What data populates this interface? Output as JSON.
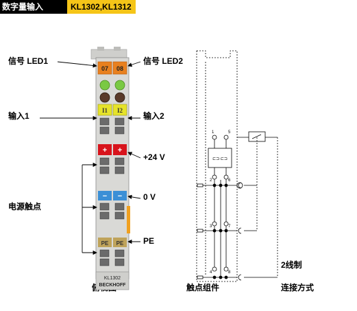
{
  "header": {
    "category": "数字量输入",
    "model": "KL1302,KL1312"
  },
  "labels": {
    "led1": "信号 LED1",
    "led2": "信号 LED2",
    "input1": "输入1",
    "input2": "输入2",
    "plus24": "+24 V",
    "zero_v": "0 V",
    "pe": "PE",
    "power_contacts": "电源触点",
    "wiring": "2线制",
    "front_view": "俯视图",
    "contact_assembly": "触点组件",
    "connection_type": "连接方式"
  },
  "terminal": {
    "led_top_1": "07",
    "led_top_2": "08",
    "input_tag_1": "I1",
    "input_tag_2": "I2",
    "plus_1": "+",
    "plus_2": "+",
    "minus_1": "−",
    "minus_2": "−",
    "pe_1": "PE",
    "pe_2": "PE",
    "model_tag": "KL1302",
    "bottom_text": "BECKHOFF"
  },
  "schematic": {
    "pin_labels": [
      "1",
      "5",
      "2",
      "6",
      "3",
      "7",
      "4",
      "8"
    ]
  },
  "colors": {
    "title_bg": "#000000",
    "model_bg": "#f5c518",
    "led_orange": "#e8801f",
    "led_green": "#7ac943",
    "input_yellow": "#e6e32a",
    "plus_red": "#d8141c",
    "minus_blue": "#3b8fd6",
    "pe_tan": "#bfa35a",
    "side_orange": "#f0a020",
    "body_gray": "#d9d9d6"
  }
}
